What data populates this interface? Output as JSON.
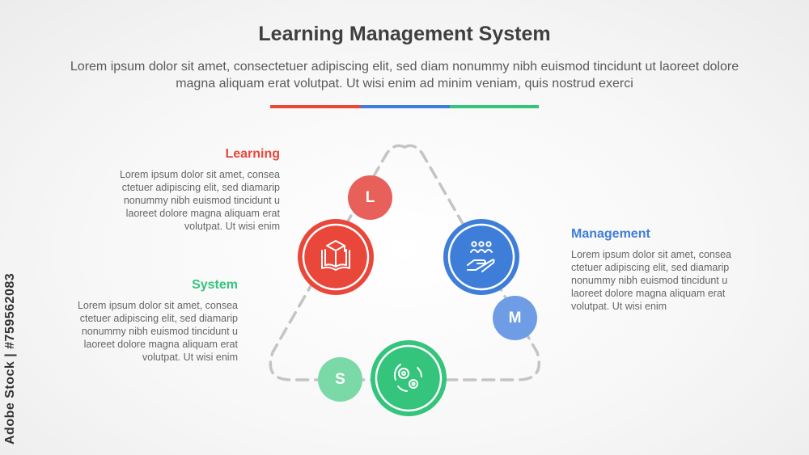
{
  "header": {
    "title": "Learning Management System",
    "subtitle": "Lorem ipsum dolor sit amet, consectetuer adipiscing elit, sed diam nonummy nibh euismod tincidunt ut laoreet dolore magna aliquam erat volutpat. Ut wisi enim ad minim veniam, quis nostrud exerci"
  },
  "colors": {
    "learning": "#e8473a",
    "management": "#3f7ed8",
    "system": "#34c47c",
    "dashed_line": "#c4c4c4"
  },
  "items": {
    "learning": {
      "heading": "Learning",
      "letter": "L",
      "icon": "graduation-book-icon",
      "body": "Lorem ipsum dolor sit amet, consea ctetuer adipiscing elit, sed diamarip nonummy nibh euismod tincidunt u laoreet dolore magna aliquam erat volutpat. Ut wisi enim"
    },
    "management": {
      "heading": "Management",
      "letter": "M",
      "icon": "people-hand-icon",
      "body": "Lorem ipsum dolor sit amet, consea ctetuer adipiscing elit, sed diamarip nonummy nibh euismod tincidunt u laoreet dolore magna aliquam erat volutpat. Ut wisi enim"
    },
    "system": {
      "heading": "System",
      "letter": "S",
      "icon": "gears-cycle-icon",
      "body": "Lorem ipsum dolor sit amet, consea ctetuer adipiscing elit, sed diamarip nonummy nibh euismod tincidunt u laoreet dolore magna aliquam erat volutpat. Ut wisi enim"
    }
  },
  "watermark": {
    "text": "Adobe Stock | #759562083"
  }
}
